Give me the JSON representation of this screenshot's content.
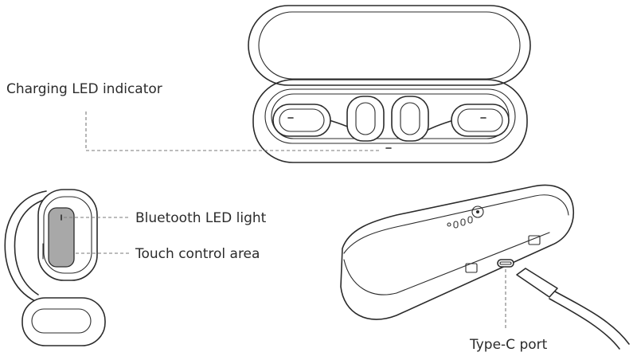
{
  "labels": {
    "charging_led": "Charging LED indicator",
    "bluetooth_led": "Bluetooth LED light",
    "touch_control": "Touch control area",
    "type_c_port": "Type-C port"
  },
  "colors": {
    "line": "#2b2b2b",
    "leader": "#7a7a7a",
    "touch_area_fill": "#a8a8a8",
    "background": "#ffffff"
  }
}
